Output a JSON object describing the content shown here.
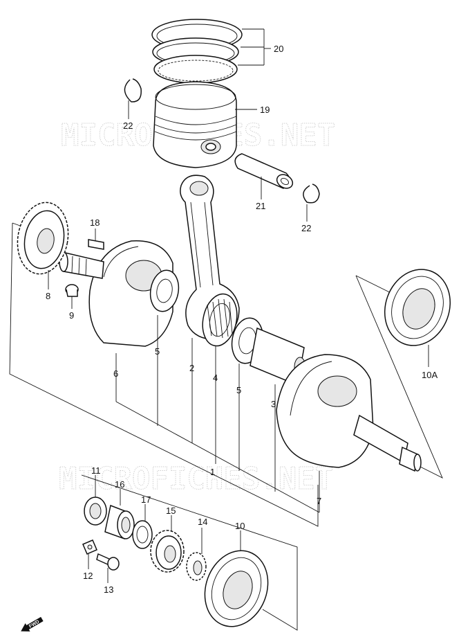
{
  "watermark": "MICROFICHES.NET",
  "fwd_label": "FWD",
  "callouts": {
    "c1": "1",
    "c2": "2",
    "c3": "3",
    "c4": "4",
    "c5a": "5",
    "c5b": "5",
    "c6": "6",
    "c7": "7",
    "c8": "8",
    "c9": "9",
    "c10": "10",
    "c10a": "10A",
    "c11": "11",
    "c12": "12",
    "c13": "13",
    "c14": "14",
    "c15": "15",
    "c16": "16",
    "c17": "17",
    "c18": "18",
    "c19": "19",
    "c20": "20",
    "c21": "21",
    "c22a": "22",
    "c22b": "22"
  }
}
